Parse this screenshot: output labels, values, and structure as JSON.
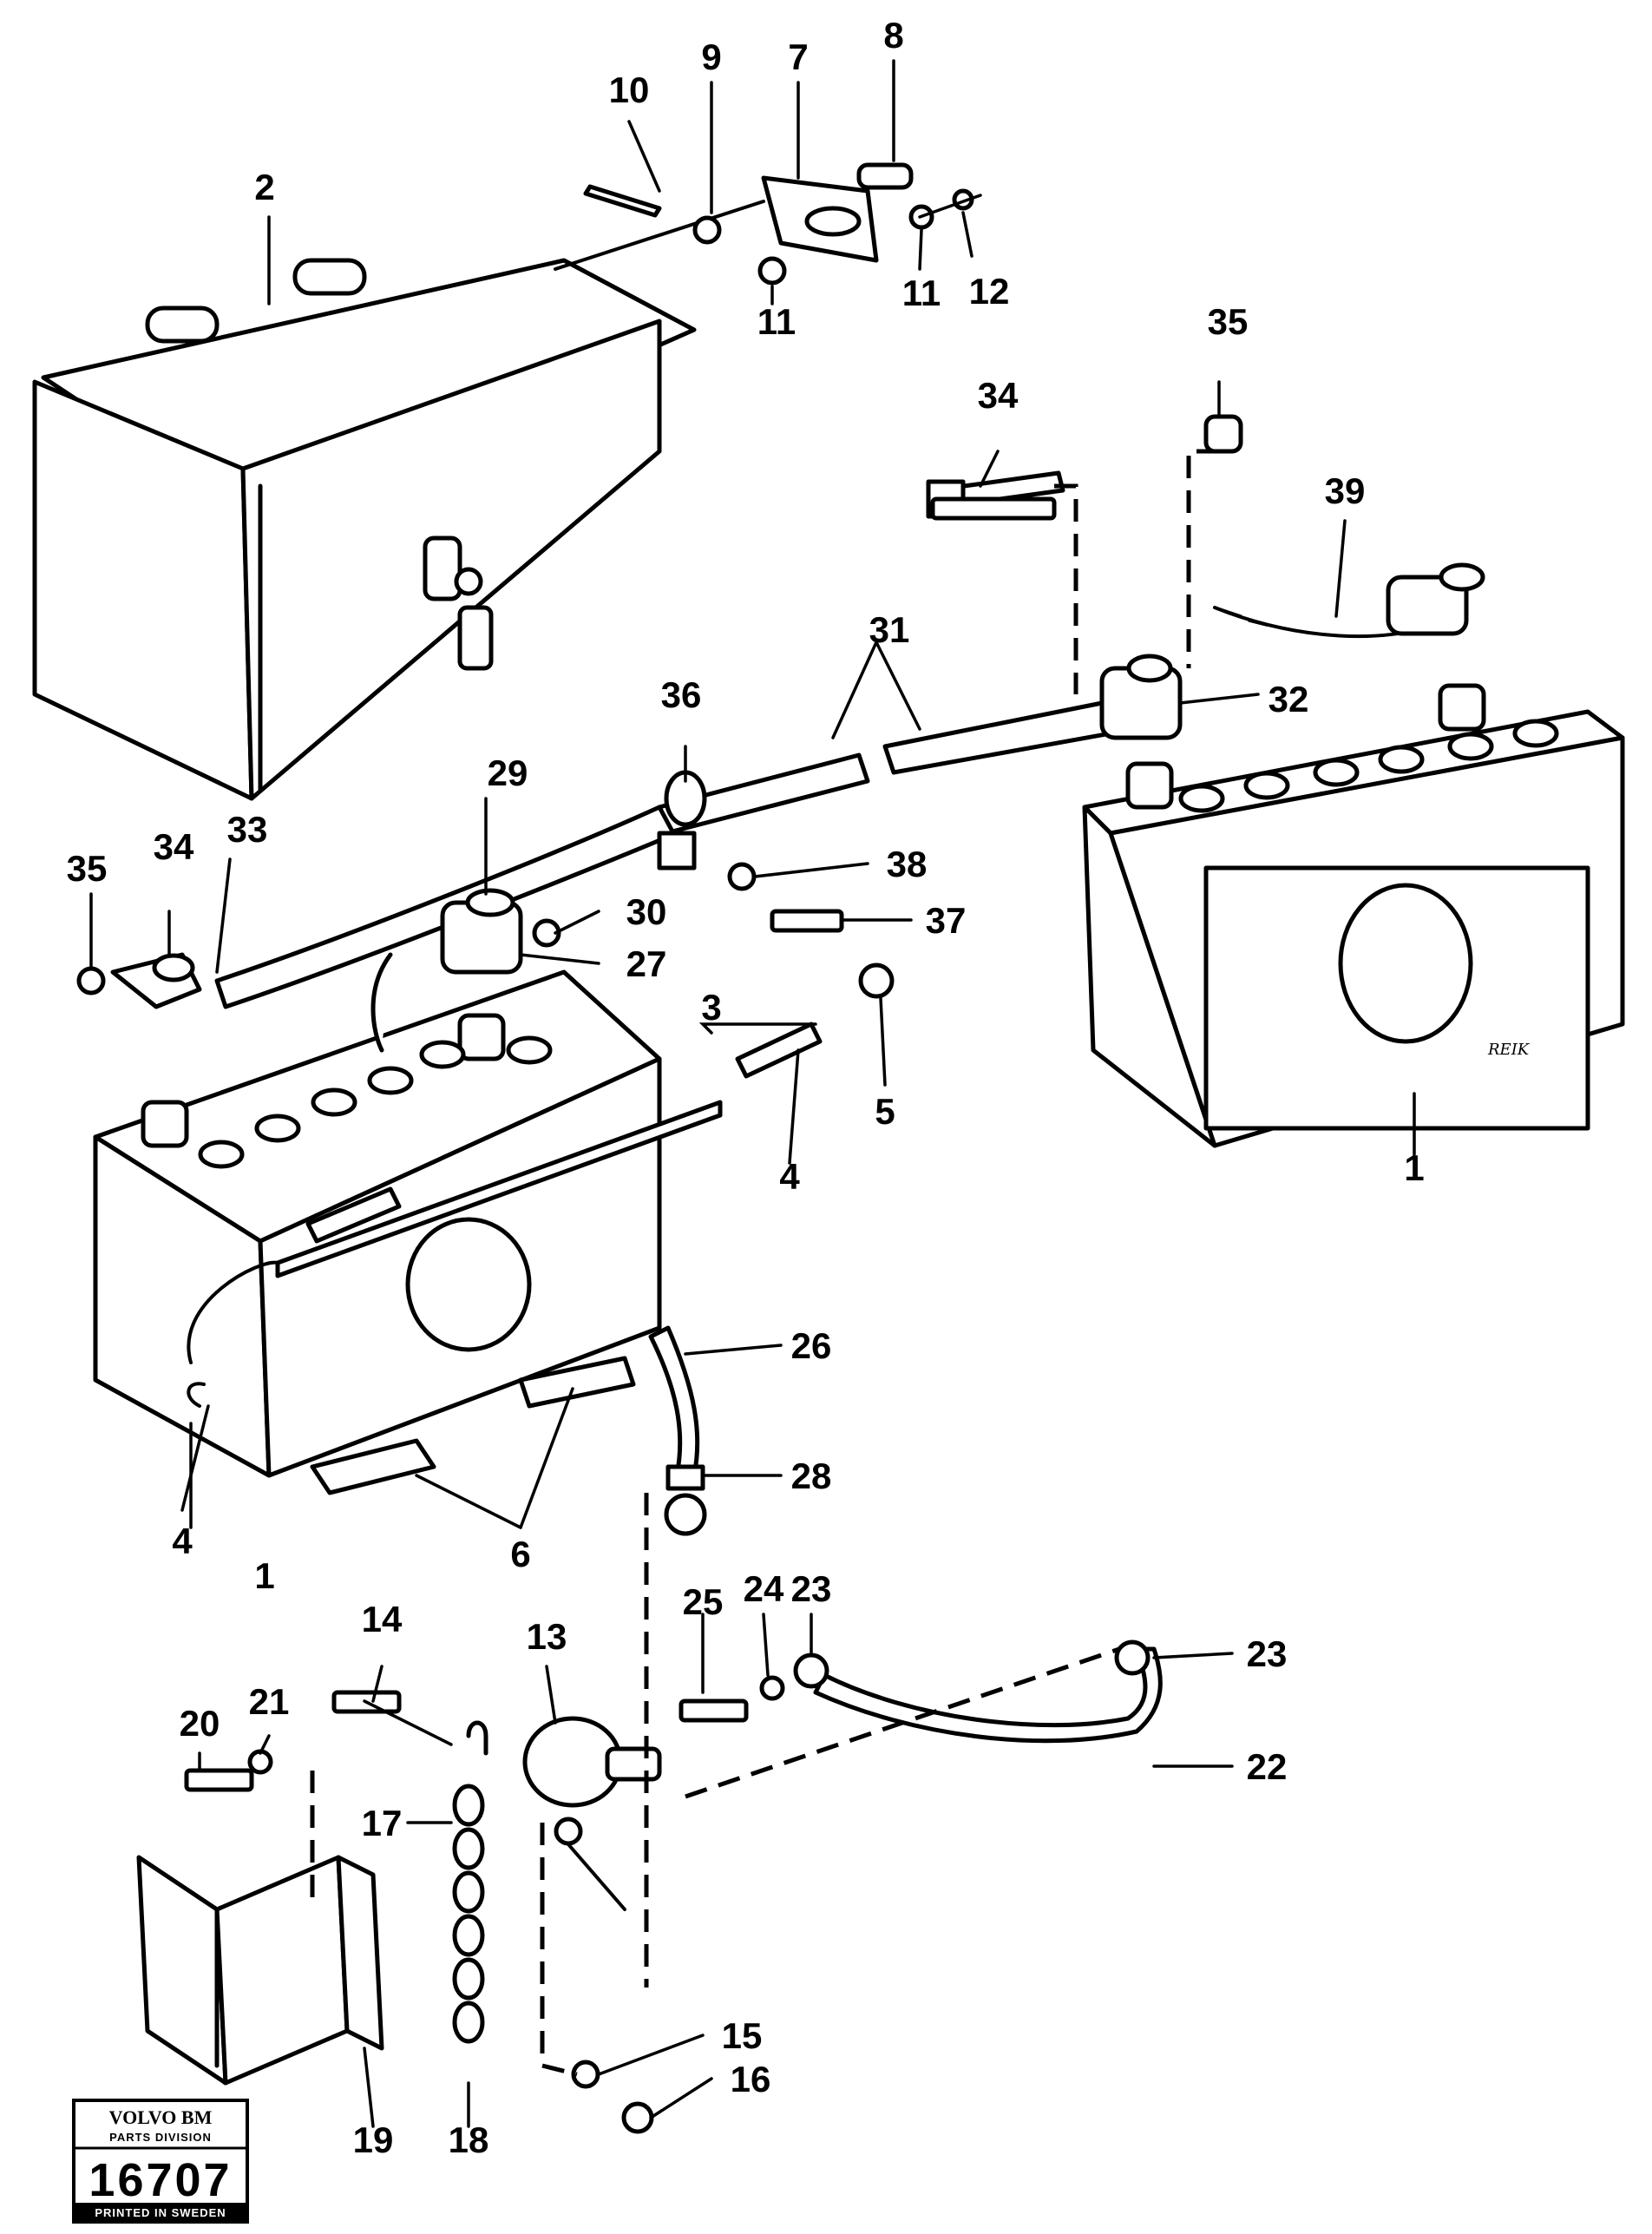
{
  "diagram": {
    "callouts": [
      {
        "id": "c1a",
        "text": "1"
      },
      {
        "id": "c1b",
        "text": "1"
      },
      {
        "id": "c2",
        "text": "2"
      },
      {
        "id": "c3",
        "text": "3"
      },
      {
        "id": "c4a",
        "text": "4"
      },
      {
        "id": "c4b",
        "text": "4"
      },
      {
        "id": "c5",
        "text": "5"
      },
      {
        "id": "c6",
        "text": "6"
      },
      {
        "id": "c7",
        "text": "7"
      },
      {
        "id": "c8",
        "text": "8"
      },
      {
        "id": "c9",
        "text": "9"
      },
      {
        "id": "c10",
        "text": "10"
      },
      {
        "id": "c11a",
        "text": "11"
      },
      {
        "id": "c11b",
        "text": "11"
      },
      {
        "id": "c12",
        "text": "12"
      },
      {
        "id": "c13",
        "text": "13"
      },
      {
        "id": "c14",
        "text": "14"
      },
      {
        "id": "c15",
        "text": "15"
      },
      {
        "id": "c16",
        "text": "16"
      },
      {
        "id": "c17",
        "text": "17"
      },
      {
        "id": "c18",
        "text": "18"
      },
      {
        "id": "c19",
        "text": "19"
      },
      {
        "id": "c20",
        "text": "20"
      },
      {
        "id": "c21",
        "text": "21"
      },
      {
        "id": "c22",
        "text": "22"
      },
      {
        "id": "c23a",
        "text": "23"
      },
      {
        "id": "c23b",
        "text": "23"
      },
      {
        "id": "c24",
        "text": "24"
      },
      {
        "id": "c25",
        "text": "25"
      },
      {
        "id": "c26",
        "text": "26"
      },
      {
        "id": "c27",
        "text": "27"
      },
      {
        "id": "c28",
        "text": "28"
      },
      {
        "id": "c29",
        "text": "29"
      },
      {
        "id": "c30",
        "text": "30"
      },
      {
        "id": "c31",
        "text": "31"
      },
      {
        "id": "c32",
        "text": "32"
      },
      {
        "id": "c33",
        "text": "33"
      },
      {
        "id": "c34a",
        "text": "34"
      },
      {
        "id": "c34b",
        "text": "34"
      },
      {
        "id": "c35a",
        "text": "35"
      },
      {
        "id": "c35b",
        "text": "35"
      },
      {
        "id": "c36",
        "text": "36"
      },
      {
        "id": "c37",
        "text": "37"
      },
      {
        "id": "c38",
        "text": "38"
      },
      {
        "id": "c39",
        "text": "39"
      }
    ],
    "artist_signature": "REIK"
  },
  "stamp": {
    "brand": "VOLVO BM",
    "division": "PARTS DIVISION",
    "number": "16707",
    "footer": "PRINTED IN SWEDEN"
  }
}
